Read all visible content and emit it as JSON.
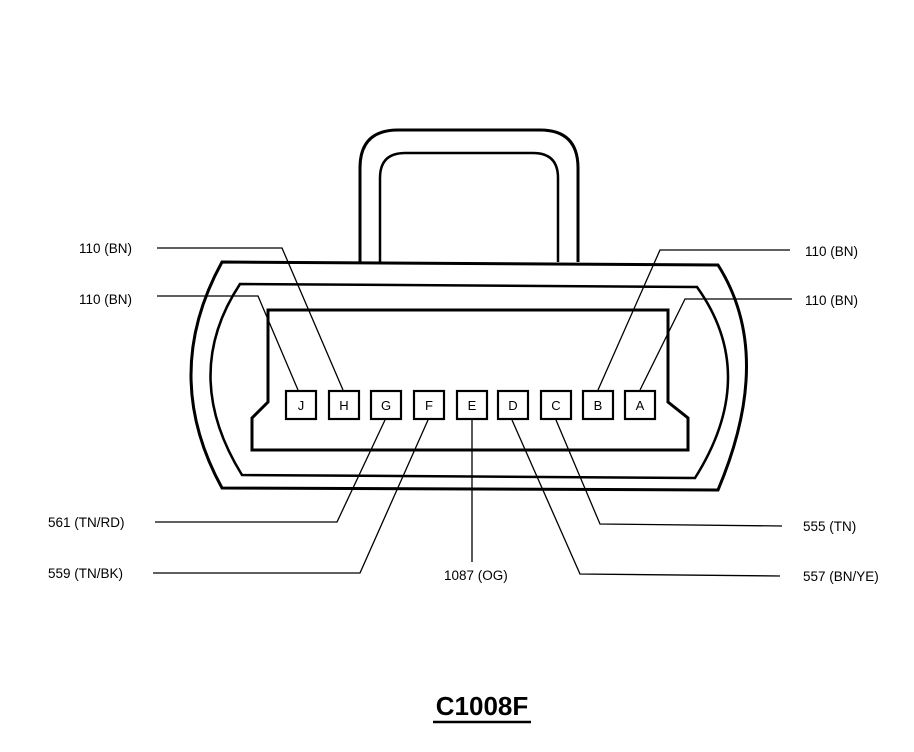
{
  "connector": {
    "id": "C1008F",
    "pins": [
      {
        "pin": "J",
        "circuit": "110 (BN)"
      },
      {
        "pin": "H",
        "circuit": "110 (BN)"
      },
      {
        "pin": "G",
        "circuit": "561 (TN/RD)"
      },
      {
        "pin": "F",
        "circuit": "559 (TN/BK)"
      },
      {
        "pin": "E",
        "circuit": "1087 (OG)"
      },
      {
        "pin": "D",
        "circuit": "557 (BN/YE)"
      },
      {
        "pin": "C",
        "circuit": "555 (TN)"
      },
      {
        "pin": "B",
        "circuit": "110 (BN)"
      },
      {
        "pin": "A",
        "circuit": "110 (BN)"
      }
    ]
  }
}
